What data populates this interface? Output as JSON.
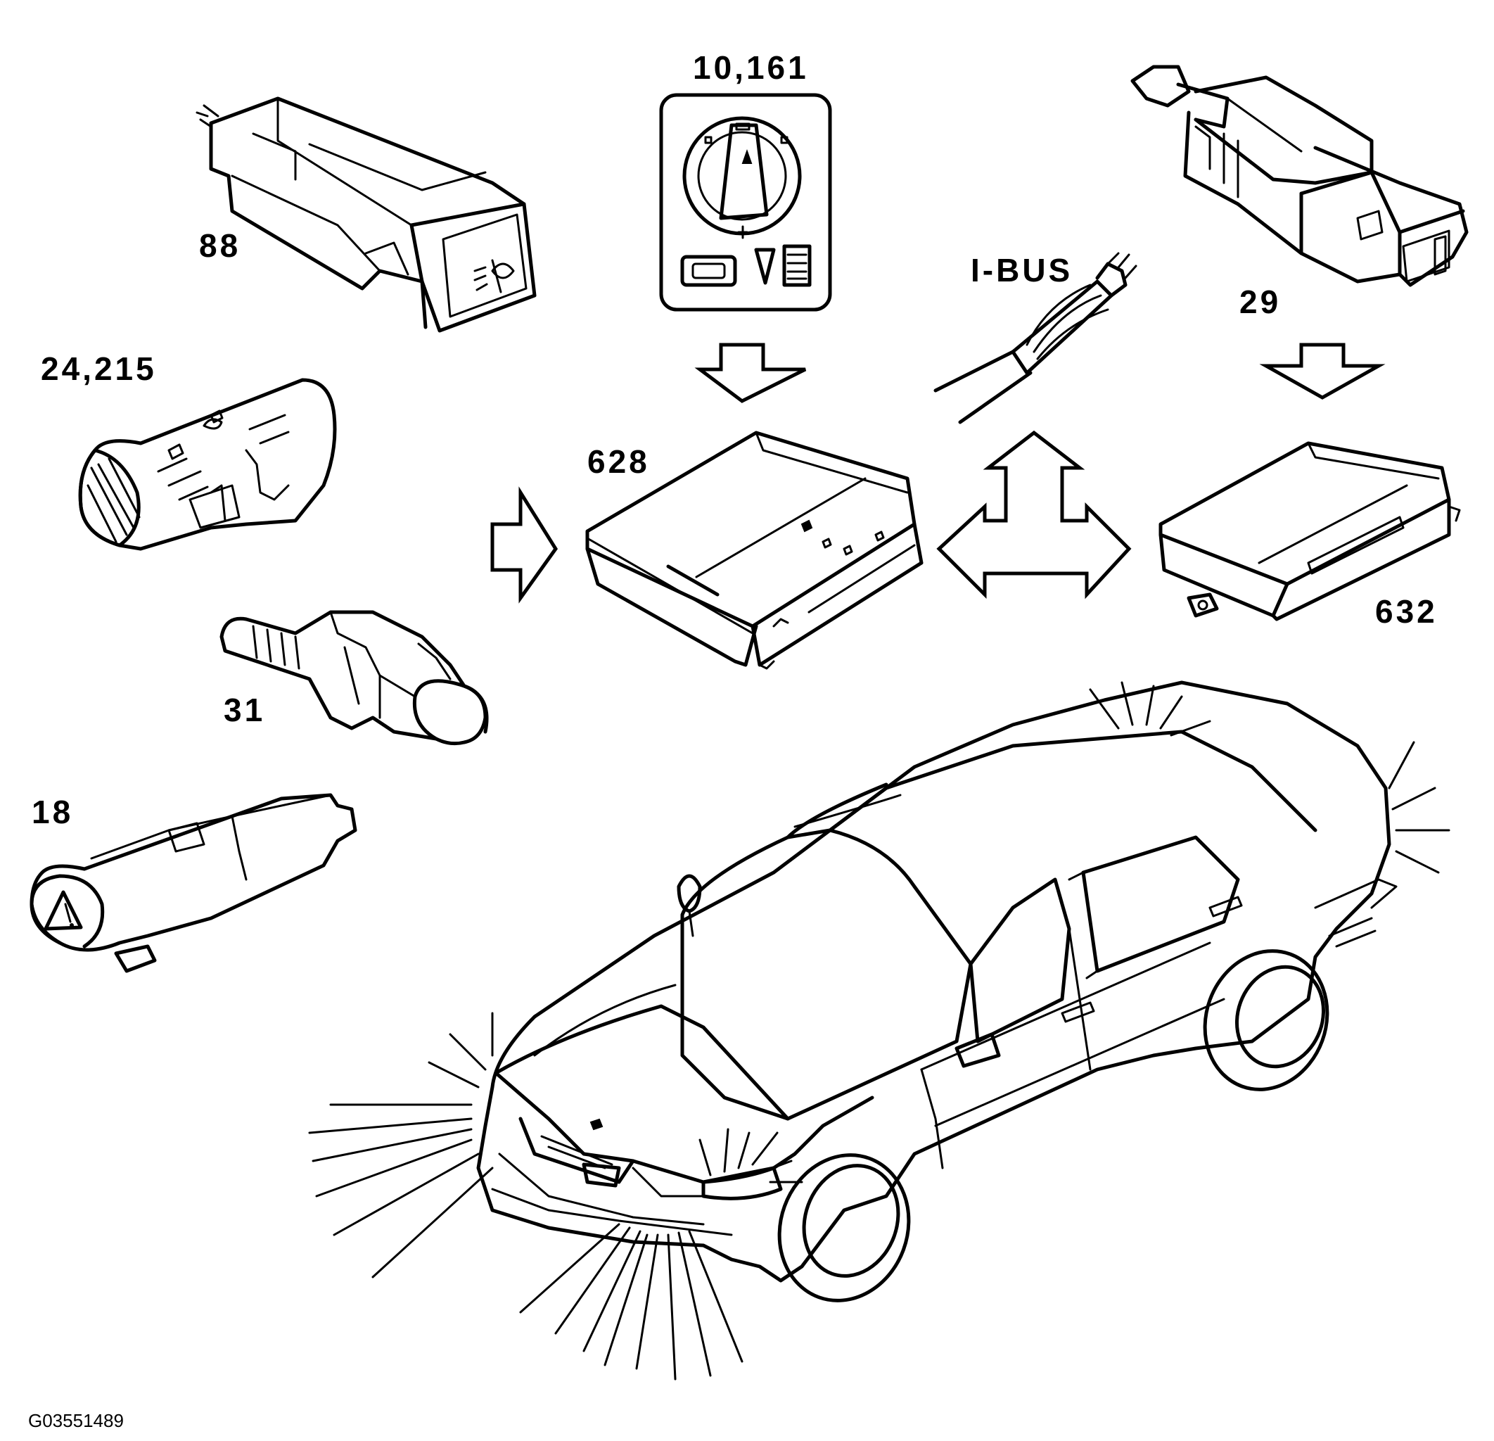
{
  "labels": {
    "fog_switch": "88",
    "light_switch": "10,161",
    "brake_switch": "29",
    "ibus": "I-BUS",
    "stalk_switch": "24,215",
    "control_unit_main": "628",
    "control_unit_secondary": "632",
    "reverse_switch": "31",
    "hazard_switch": "18",
    "figure_id": "G03551489"
  }
}
